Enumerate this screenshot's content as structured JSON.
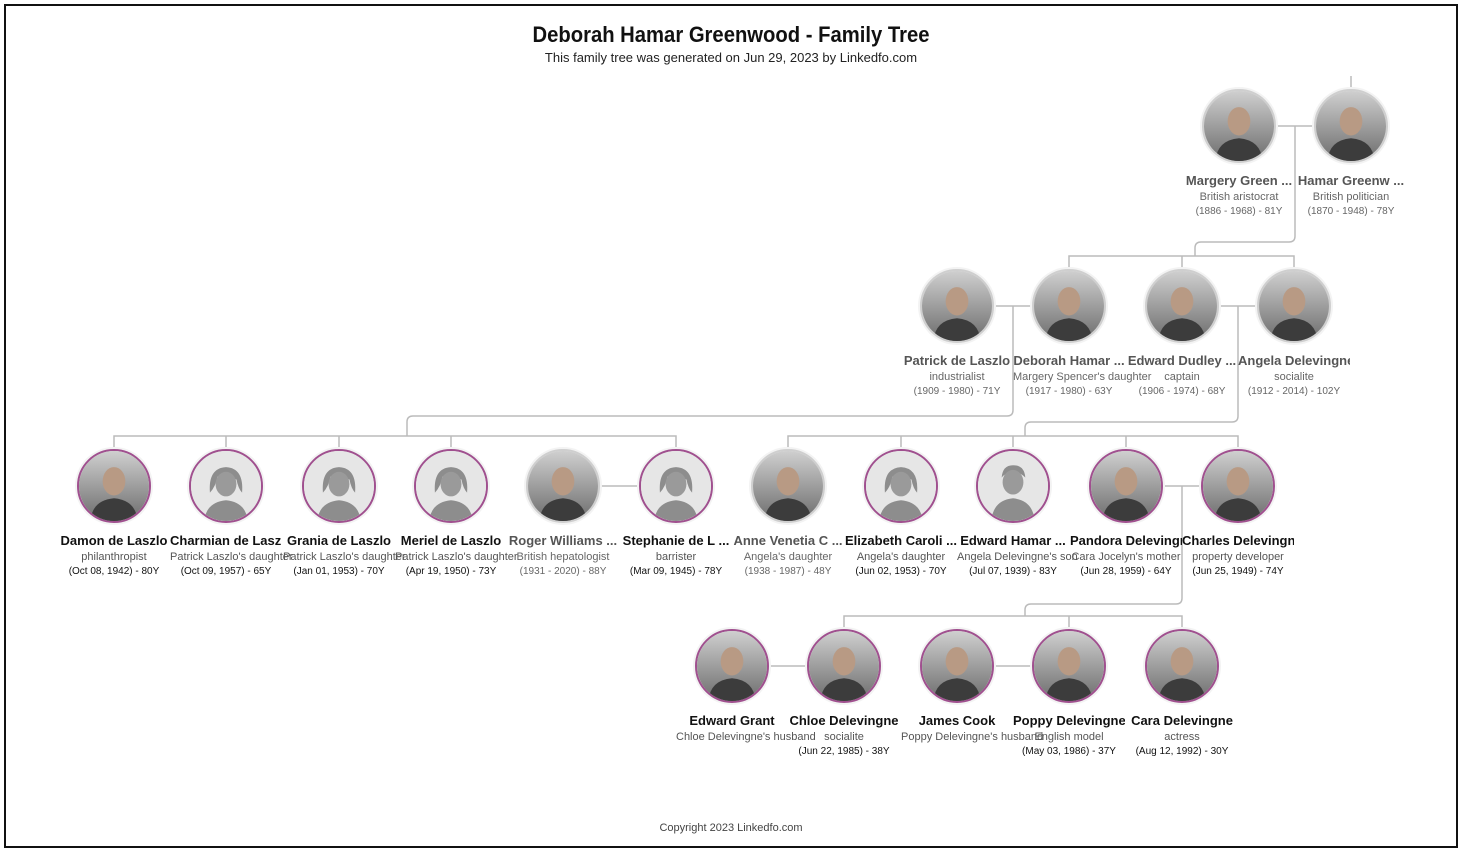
{
  "title": "Deborah Hamar Greenwood - Family Tree",
  "subtitle": "This family tree was generated on Jun 29, 2023 by Linkedfo.com",
  "copyright": "Copyright 2023 Linkedfo.com",
  "colors": {
    "living_border": "#a0508f",
    "deceased_border": "#cfcfcf",
    "line": "#bbbbbb"
  },
  "people": [
    {
      "name": "Margery Green ...",
      "desc": "British aristocrat",
      "dates": "(1886 - 1968) - 81Y",
      "deceased": true,
      "photo": "photo"
    },
    {
      "name": "Hamar Greenw ...",
      "desc": "British politician",
      "dates": "(1870 - 1948) - 78Y",
      "deceased": true,
      "photo": "photo"
    },
    {
      "name": "Patrick de Laszlo",
      "desc": "industrialist",
      "dates": "(1909 - 1980) - 71Y",
      "deceased": true,
      "photo": "photo"
    },
    {
      "name": "Deborah Hamar ...",
      "desc": "Margery Spencer's daughter",
      "dates": "(1917 - 1980) - 63Y",
      "deceased": true,
      "photo": "photo"
    },
    {
      "name": "Edward Dudley ...",
      "desc": "captain",
      "dates": "(1906 - 1974) - 68Y",
      "deceased": true,
      "photo": "photo"
    },
    {
      "name": "Angela Delevingne",
      "desc": "socialite",
      "dates": "(1912 - 2014) - 102Y",
      "deceased": true,
      "photo": "photo"
    },
    {
      "name": "Damon de Laszlo",
      "desc": "philanthropist",
      "dates": "(Oct 08, 1942) - 80Y",
      "deceased": false,
      "photo": "photo"
    },
    {
      "name": "Charmian de Laszlo",
      "desc": "Patrick Laszlo's daughter",
      "dates": "(Oct 09, 1957) - 65Y",
      "deceased": false,
      "photo": "female-placeholder"
    },
    {
      "name": "Grania de Laszlo",
      "desc": "Patrick Laszlo's daughter",
      "dates": "(Jan 01, 1953) - 70Y",
      "deceased": false,
      "photo": "female-placeholder"
    },
    {
      "name": "Meriel de Laszlo",
      "desc": "Patrick Laszlo's daughter",
      "dates": "(Apr 19, 1950) - 73Y",
      "deceased": false,
      "photo": "female-placeholder"
    },
    {
      "name": "Roger Williams ...",
      "desc": "British hepatologist",
      "dates": "(1931 - 2020) - 88Y",
      "deceased": true,
      "photo": "photo"
    },
    {
      "name": "Stephanie de L ...",
      "desc": "barrister",
      "dates": "(Mar 09, 1945) - 78Y",
      "deceased": false,
      "photo": "female-placeholder"
    },
    {
      "name": "Anne Venetia C ...",
      "desc": "Angela's daughter",
      "dates": "(1938 - 1987) - 48Y",
      "deceased": true,
      "photo": "photo"
    },
    {
      "name": "Elizabeth Caroli ...",
      "desc": "Angela's daughter",
      "dates": "(Jun 02, 1953) - 70Y",
      "deceased": false,
      "photo": "female-placeholder"
    },
    {
      "name": "Edward Hamar ...",
      "desc": "Angela Delevingne's son",
      "dates": "(Jul 07, 1939) - 83Y",
      "deceased": false,
      "photo": "male-placeholder"
    },
    {
      "name": "Pandora Delevingne",
      "desc": "Cara Jocelyn's mother",
      "dates": "(Jun 28, 1959) - 64Y",
      "deceased": false,
      "photo": "photo"
    },
    {
      "name": "Charles Delevingne",
      "desc": "property developer",
      "dates": "(Jun 25, 1949) - 74Y",
      "deceased": false,
      "photo": "photo"
    },
    {
      "name": "Edward Grant",
      "desc": "Chloe Delevingne's husband",
      "dates": "",
      "deceased": false,
      "photo": "photo"
    },
    {
      "name": "Chloe Delevingne",
      "desc": "socialite",
      "dates": "(Jun 22, 1985) - 38Y",
      "deceased": false,
      "photo": "photo"
    },
    {
      "name": "James Cook",
      "desc": "Poppy Delevingne's husband",
      "dates": "",
      "deceased": false,
      "photo": "photo"
    },
    {
      "name": "Poppy Delevingne",
      "desc": "English model",
      "dates": "(May 03, 1986) - 37Y",
      "deceased": false,
      "photo": "photo"
    },
    {
      "name": "Cara Delevingne",
      "desc": "actress",
      "dates": "(Aug 12, 1992) - 30Y",
      "deceased": false,
      "photo": "photo"
    }
  ]
}
